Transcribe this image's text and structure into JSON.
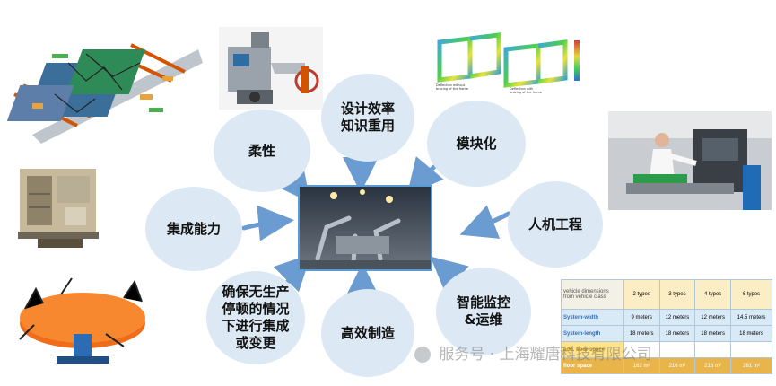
{
  "hub": {
    "label": "factory-photo"
  },
  "nodes": {
    "rouxing": "柔性",
    "sheji": "设计效率\n知识重用",
    "mokuai": "模块化",
    "rengong": "人机工程",
    "zhineng": "智能监控\n&运维",
    "gaoxiao": "高效制造",
    "quebao": "确保无生产\n停顿的情况\n下进行集成\n或变更",
    "jicheng": "集成能力"
  },
  "fea_captions": {
    "left": "Deflection without\nbracing of the frame",
    "right": "Deflection with\nbracing of the frame"
  },
  "table": {
    "header_label": "vehicle dimensions\nfrom vehicle class",
    "columns": [
      "2 types",
      "3 types",
      "4 types",
      "6 types"
    ],
    "rows": [
      {
        "label": "System-width",
        "values": [
          "9 meters",
          "12 meters",
          "12 meters",
          "14.5 meters"
        ]
      },
      {
        "label": "System-length",
        "values": [
          "18 meters",
          "18 meters",
          "18 meters",
          "18 meters"
        ]
      },
      {
        "label": "add. floor space",
        "values": [
          "",
          "",
          "",
          ""
        ]
      },
      {
        "label": "floor space",
        "values": [
          "162 m²",
          "216 m²",
          "216 m²",
          "261 m²"
        ]
      }
    ]
  },
  "watermark": "服务号 · 上海耀唐科技有限公司",
  "colors": {
    "circle": "#dce9f5",
    "arrow": "#4f81bd",
    "hub_frame": "#5b9bd5"
  }
}
